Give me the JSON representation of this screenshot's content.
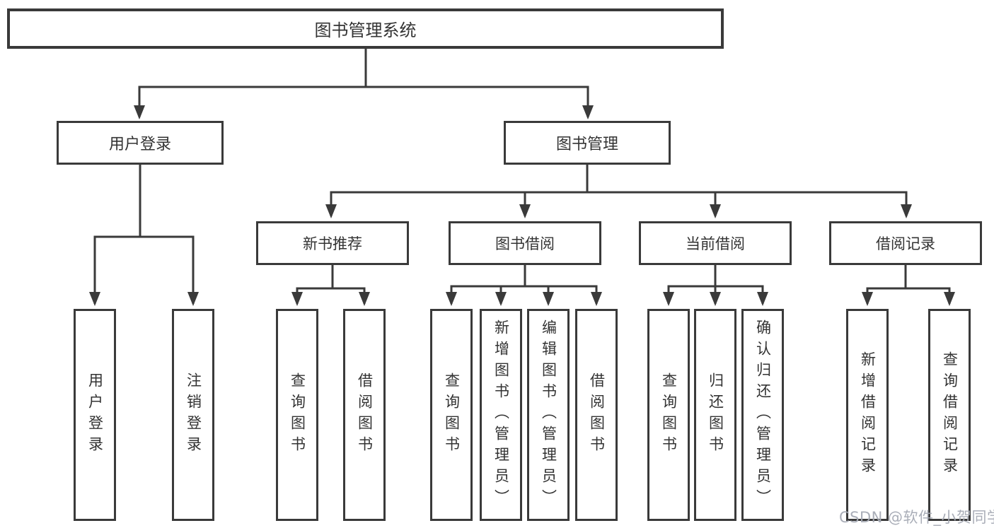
{
  "diagram": {
    "root": {
      "label": "图书管理系统"
    },
    "branches": {
      "user_login": {
        "label": "用户登录"
      },
      "book_mgmt": {
        "label": "图书管理"
      }
    },
    "groups": {
      "new_books": {
        "label": "新书推荐"
      },
      "borrow": {
        "label": "图书借阅"
      },
      "current": {
        "label": "当前借阅"
      },
      "records": {
        "label": "借阅记录"
      }
    },
    "leaves": {
      "user_login": [
        "用户登录",
        "注销登录"
      ],
      "new_books": [
        "查询图书",
        "借阅图书"
      ],
      "borrow": [
        "查询图书",
        "新增图书（管理员）",
        "编辑图书（管理员）",
        "借阅图书"
      ],
      "current": [
        "查询图书",
        "归还图书",
        "确认归还（管理员）"
      ],
      "records": [
        "新增借阅记录",
        "查询借阅记录"
      ]
    }
  },
  "watermark": "CSDN @软件_小贺同学",
  "colors": {
    "line": "#3a3a3a",
    "text": "#333333",
    "background": "#ffffff",
    "watermark": "#a5aab4"
  }
}
